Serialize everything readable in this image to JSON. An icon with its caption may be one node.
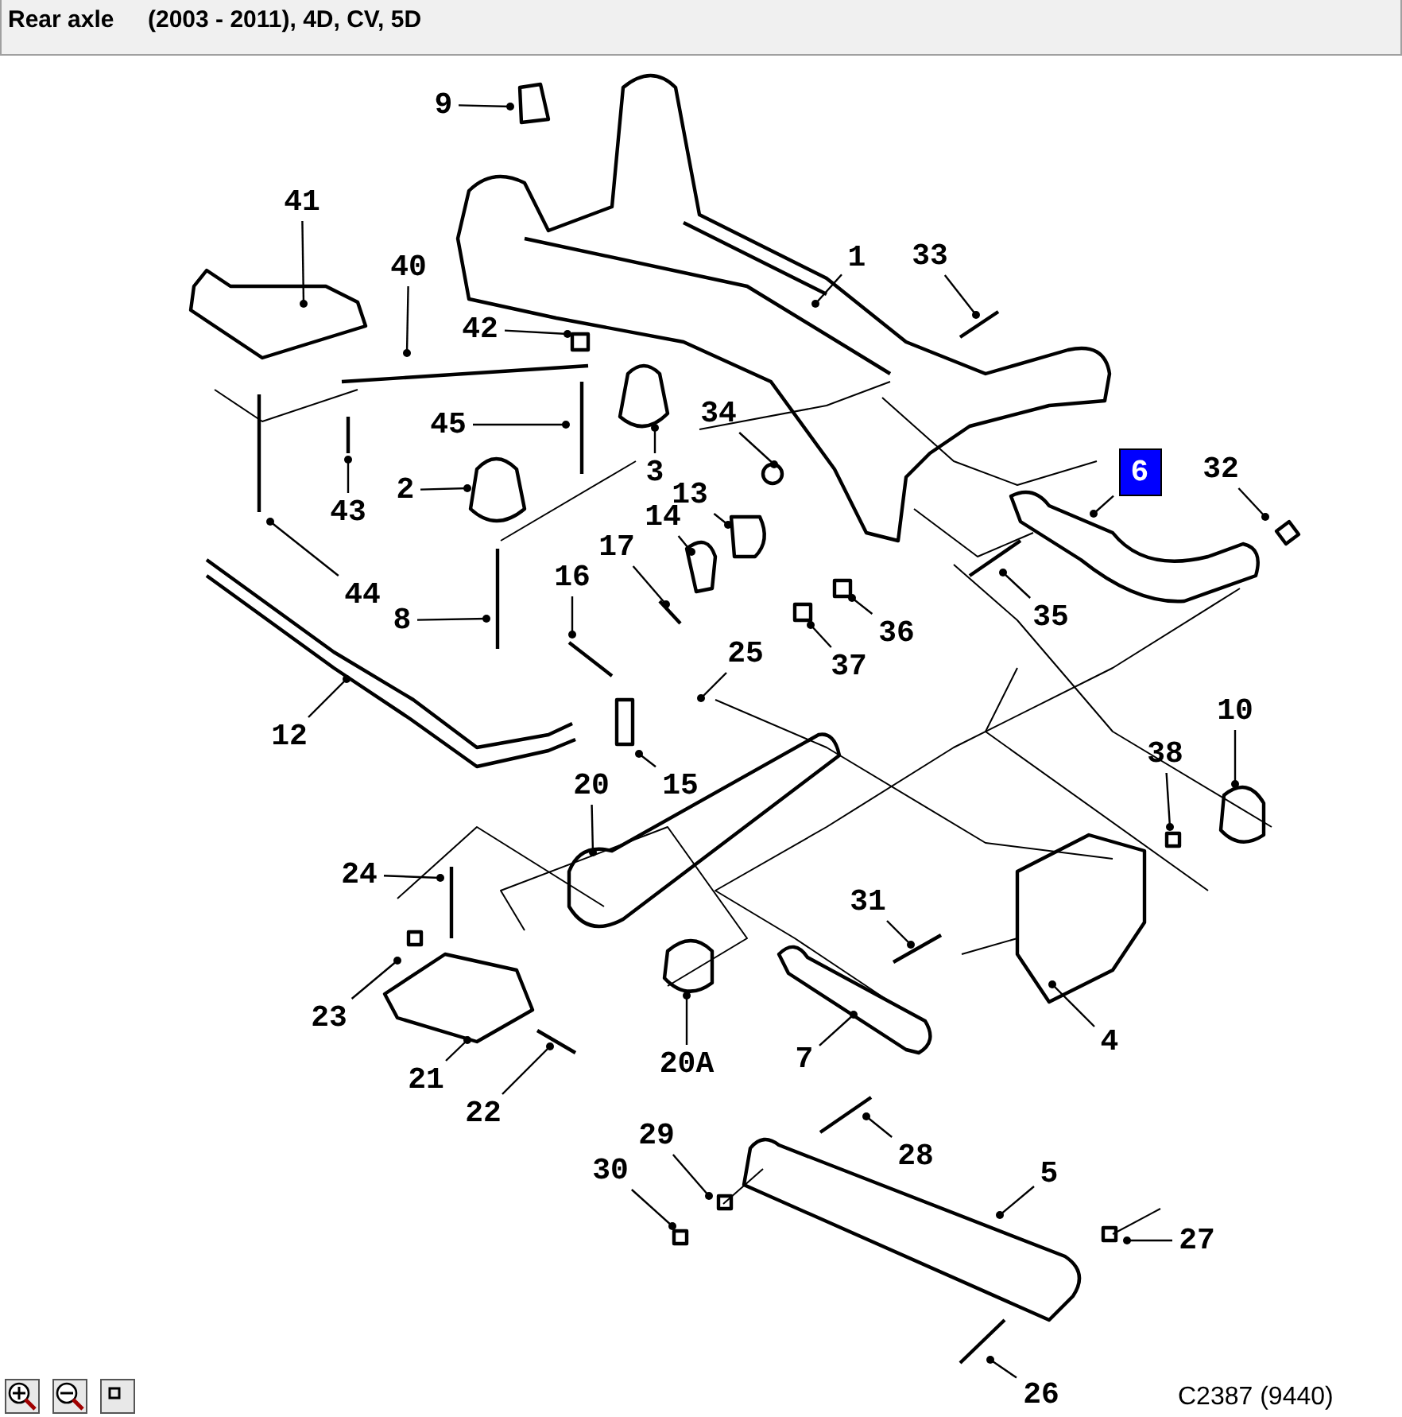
{
  "diagram": {
    "title": "Rear axle",
    "caption": "C2387 (9440)",
    "labels": [
      "(2003 - 2011), 4D, CV, 5D"
    ],
    "nodes": [
      {
        "text": [
          "9"
        ]
      },
      {
        "text": [
          "41"
        ]
      },
      {
        "text": [
          "1"
        ]
      },
      {
        "text": [
          "33"
        ]
      },
      {
        "text": [
          "40"
        ]
      },
      {
        "text": [
          "42"
        ]
      },
      {
        "text": [
          "34"
        ]
      },
      {
        "text": [
          "45"
        ]
      },
      {
        "text": [
          "6"
        ]
      },
      {
        "text": [
          "32"
        ]
      },
      {
        "text": [
          "3"
        ]
      },
      {
        "text": [
          "13"
        ]
      },
      {
        "text": [
          "2"
        ]
      },
      {
        "text": [
          "43"
        ]
      },
      {
        "text": [
          "14"
        ]
      },
      {
        "text": [
          "17"
        ]
      },
      {
        "text": [
          "16"
        ]
      },
      {
        "text": [
          "44"
        ]
      },
      {
        "text": [
          "8"
        ]
      },
      {
        "text": [
          "35"
        ]
      },
      {
        "text": [
          "36"
        ]
      },
      {
        "text": [
          "37"
        ]
      },
      {
        "text": [
          "25"
        ]
      },
      {
        "text": [
          "10"
        ]
      },
      {
        "text": [
          "12"
        ]
      },
      {
        "text": [
          "38"
        ]
      },
      {
        "text": [
          "20"
        ]
      },
      {
        "text": [
          "15"
        ]
      },
      {
        "text": [
          "24"
        ]
      },
      {
        "text": [
          "31"
        ]
      },
      {
        "text": [
          "23"
        ]
      },
      {
        "text": [
          "4"
        ]
      },
      {
        "text": [
          "7"
        ]
      },
      {
        "text": [
          "20A"
        ]
      },
      {
        "text": [
          "21"
        ]
      },
      {
        "text": [
          "28"
        ]
      },
      {
        "text": [
          "22"
        ]
      },
      {
        "text": [
          "29"
        ]
      },
      {
        "text": [
          "30"
        ]
      },
      {
        "text": [
          "5"
        ]
      },
      {
        "text": [
          "27"
        ]
      },
      {
        "text": [
          "26"
        ]
      }
    ],
    "edges": [
      {
        "from": 0,
        "to": null,
        "arrow": "other"
      },
      {
        "from": 1,
        "to": null,
        "arrow": "other"
      },
      {
        "from": 2,
        "to": null,
        "arrow": "other"
      },
      {
        "from": 3,
        "to": null,
        "arrow": "other"
      },
      {
        "from": 4,
        "to": null,
        "arrow": "other"
      },
      {
        "from": 5,
        "to": null,
        "arrow": "other"
      },
      {
        "from": 6,
        "to": null,
        "arrow": "other"
      },
      {
        "from": 7,
        "to": null,
        "arrow": "other"
      },
      {
        "from": 8,
        "to": null,
        "arrow": "other"
      },
      {
        "from": 9,
        "to": null,
        "arrow": "other"
      },
      {
        "from": 10,
        "to": null,
        "arrow": "other"
      },
      {
        "from": 11,
        "to": null,
        "arrow": "other"
      },
      {
        "from": 12,
        "to": null,
        "arrow": "other"
      },
      {
        "from": 13,
        "to": null,
        "arrow": "other"
      },
      {
        "from": 14,
        "to": null,
        "arrow": "other"
      },
      {
        "from": 15,
        "to": null,
        "arrow": "other"
      },
      {
        "from": 16,
        "to": null,
        "arrow": "other"
      },
      {
        "from": 17,
        "to": null,
        "arrow": "other"
      },
      {
        "from": 18,
        "to": null,
        "arrow": "other"
      },
      {
        "from": 19,
        "to": null,
        "arrow": "other"
      },
      {
        "from": 20,
        "to": null,
        "arrow": "other"
      },
      {
        "from": 21,
        "to": null,
        "arrow": "other"
      },
      {
        "from": 22,
        "to": null,
        "arrow": "other"
      },
      {
        "from": 23,
        "to": null,
        "arrow": "other"
      },
      {
        "from": 24,
        "to": null,
        "arrow": "other"
      },
      {
        "from": 25,
        "to": null,
        "arrow": "other"
      },
      {
        "from": 26,
        "to": null,
        "arrow": "other"
      },
      {
        "from": 27,
        "to": null,
        "arrow": "other"
      },
      {
        "from": 28,
        "to": null,
        "arrow": "other"
      },
      {
        "from": 29,
        "to": null,
        "arrow": "other"
      },
      {
        "from": 30,
        "to": null,
        "arrow": "other"
      },
      {
        "from": 31,
        "to": null,
        "arrow": "other"
      },
      {
        "from": 32,
        "to": null,
        "arrow": "other"
      },
      {
        "from": 33,
        "to": null,
        "arrow": "other"
      },
      {
        "from": 34,
        "to": null,
        "arrow": "other"
      },
      {
        "from": 35,
        "to": null,
        "arrow": "other"
      },
      {
        "from": 36,
        "to": null,
        "arrow": "other"
      },
      {
        "from": 37,
        "to": null,
        "arrow": "other"
      },
      {
        "from": 38,
        "to": null,
        "arrow": "other"
      },
      {
        "from": 39,
        "to": null,
        "arrow": "other"
      },
      {
        "from": 40,
        "to": null,
        "arrow": "other"
      },
      {
        "from": 41,
        "to": null,
        "arrow": "other"
      }
    ]
  }
}
